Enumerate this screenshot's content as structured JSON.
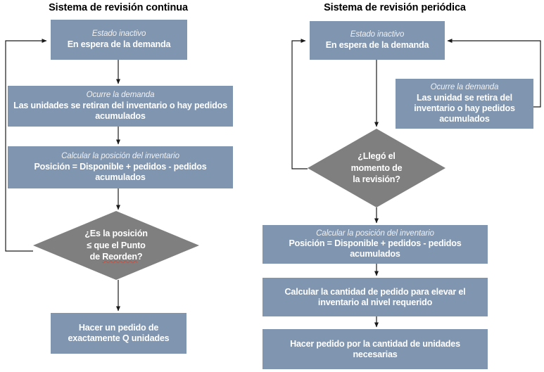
{
  "colors": {
    "process_fill": "#7F95B0",
    "decision_fill": "#7F7F7F",
    "text_on_shape": "#FFFFFF",
    "title_text": "#000000",
    "connector": "#1A1A1A",
    "spellcheck_underline": "#E8422E",
    "background": "#FFFFFF"
  },
  "left_column": {
    "title": "Sistema de revisión continua",
    "nodes": {
      "idle": {
        "sub": "Estado inactivo",
        "main": "En espera de la demanda"
      },
      "demand": {
        "sub": "Ocurre la demanda",
        "main": "Las unidades se retiran del inventario o hay pedidos acumulados"
      },
      "compute_position": {
        "sub": "Calcular la posición del inventario",
        "main": "Posición = Disponible + pedidos - pedidos acumulados"
      },
      "decision": {
        "line1": "¿Es la posición",
        "line2": "≤ que el Punto",
        "line3_prefix": "de ",
        "line3_misspelled": "Reorden",
        "line3_suffix": "?"
      },
      "place_order": {
        "main": "Hacer un pedido de exactamente Q unidades"
      }
    }
  },
  "right_column": {
    "title": "Sistema de revisión periódica",
    "nodes": {
      "idle": {
        "sub": "Estado inactivo",
        "main": "En espera de la demanda"
      },
      "demand": {
        "sub": "Ocurre la demanda",
        "main": "Las unidad se retira del inventario o hay pedidos acumulados"
      },
      "decision": {
        "line1": "¿Llegó el",
        "line2": "momento de",
        "line3": "la revisión?"
      },
      "compute_position": {
        "sub": "Calcular la posición del inventario",
        "main": "Posición = Disponible + pedidos - pedidos acumulados"
      },
      "compute_quantity": {
        "main": "Calcular la cantidad de pedido para elevar el inventario al nivel requerido"
      },
      "place_order": {
        "main": "Hacer pedido por la cantidad de unidades necesarias"
      }
    }
  }
}
